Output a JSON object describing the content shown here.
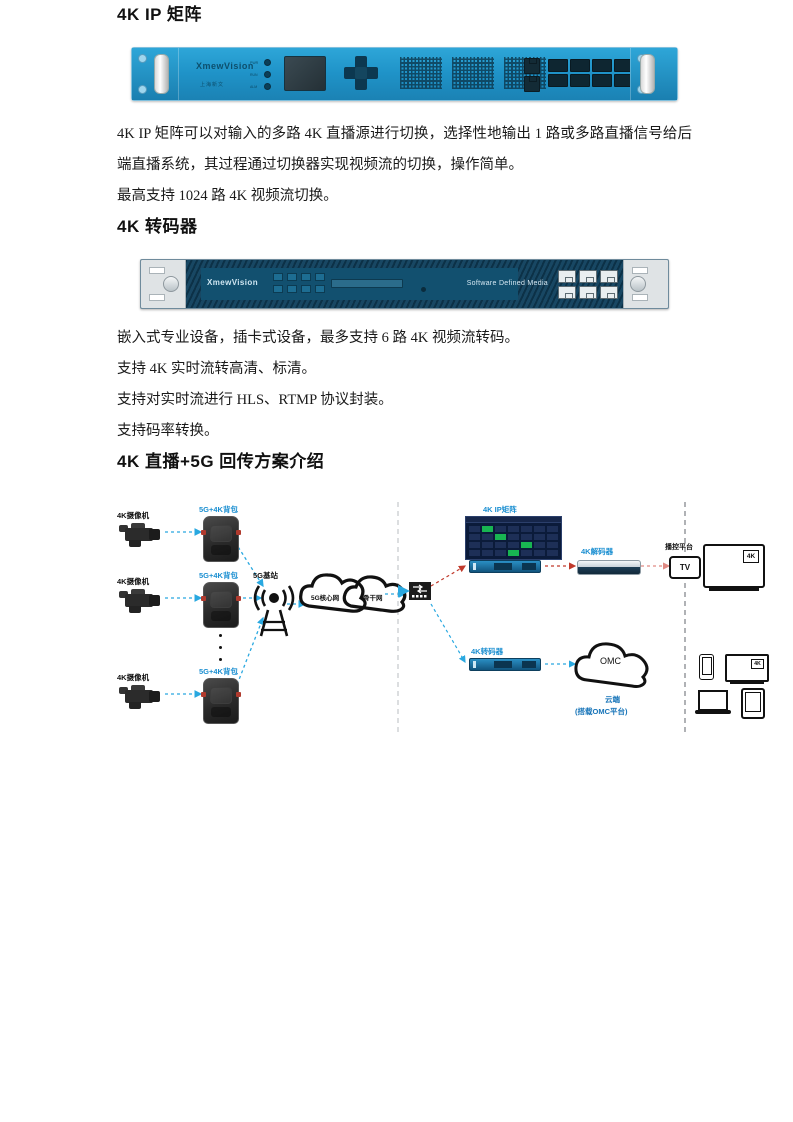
{
  "document": {
    "sections": [
      {
        "heading": "4K IP 矩阵",
        "device_alt": "4K IP 矩阵 1U 机架设备",
        "paragraphs": [
          "4K IP 矩阵可以对输入的多路 4K 直播源进行切换，选择性地输出 1 路或多路直播信号给后端直播系统，其过程通过切换器实现视频流的切换，操作简单。",
          "最高支持 1024 路 4K 视频流切换。"
        ]
      },
      {
        "heading": "4K 转码器",
        "device_alt": "4K 转码器 1U 机架设备",
        "device_text": "Software Defined Media",
        "paragraphs": [
          "嵌入式专业设备，插卡式设备，最多支持 6 路 4K 视频流转码。",
          "支持 4K 实时流转高清、标清。",
          "支持对实时流进行 HLS、RTMP 协议封装。",
          "支持码率转换。"
        ]
      },
      {
        "heading": "4K 直播+5G 回传方案介绍"
      }
    ]
  },
  "diagram": {
    "labels": {
      "camera": "4K摄像机",
      "backpack": "5G+4K背包",
      "base_station": "5G基站",
      "cloud_core": "5G核心网",
      "cloud_backbone": "骨干网",
      "matrix": "4K IP矩阵",
      "decoder": "4K解码器",
      "broadcast_platform": "播控平台",
      "transcoder": "4K转码器",
      "cloud_omc_text": "OMC",
      "cloud_label_line1": "云端",
      "cloud_label_line2": "(搭载OMC平台)",
      "tv_text": "TV",
      "badge_4k": "4K"
    },
    "colors": {
      "accent_blue": "#1b8fd1",
      "link_cyan": "#29a8e0",
      "link_red": "#c0392b",
      "device_blue": "#1f93c8"
    },
    "nodes": [
      {
        "id": "cam1",
        "label": "4K摄像机"
      },
      {
        "id": "cam2",
        "label": "4K摄像机"
      },
      {
        "id": "cam3",
        "label": "4K摄像机"
      },
      {
        "id": "bp1",
        "label": "5G+4K背包"
      },
      {
        "id": "bp2",
        "label": "5G+4K背包"
      },
      {
        "id": "bp3",
        "label": "5G+4K背包"
      }
    ]
  }
}
